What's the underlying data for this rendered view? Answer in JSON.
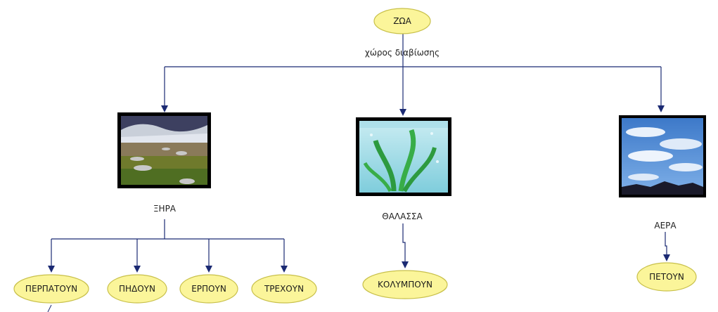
{
  "root": {
    "label": "ΖΩΑ",
    "relation": "χώρος διαβίωσης"
  },
  "habitats": [
    {
      "label": "ΞΗΡΑ",
      "image": "land-landscape-image",
      "actions": [
        "ΠΕΡΠΑΤΟΥΝ",
        "ΠΗΔΟΥΝ",
        "ΕΡΠΟΥΝ",
        "ΤΡΕΧΟΥΝ"
      ]
    },
    {
      "label": "ΘΑΛΑΣΣΑ",
      "image": "sea-seaweed-image",
      "actions": [
        "ΚΟΛΥΜΠΟΥΝ"
      ]
    },
    {
      "label": "ΑΕΡΑ",
      "image": "sky-clouds-image",
      "actions": [
        "ΠΕΤΟΥΝ"
      ]
    }
  ],
  "colors": {
    "node_fill": "#fbf59a",
    "node_border": "#c8c04a",
    "edge": "#1b2a73"
  }
}
